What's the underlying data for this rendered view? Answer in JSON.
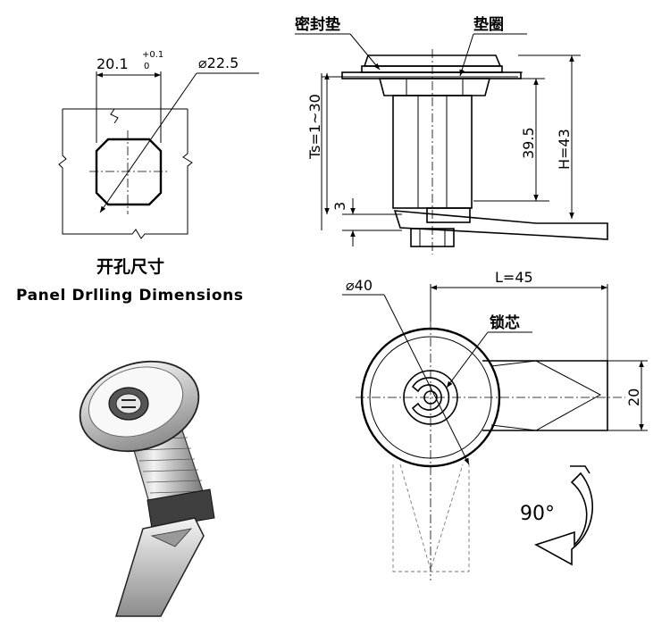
{
  "panel_drilling": {
    "width_dim": "20.1",
    "tolerance_upper": "+0.1",
    "tolerance_lower": "0",
    "diameter_dim": "⌀22.5",
    "title_cn": "开孔尺寸",
    "title_en": "Panel Drlling Dimensions"
  },
  "side_view": {
    "label_gasket": "密封垫",
    "label_washer": "垫圈",
    "dim_ts": "Ts=1~30",
    "dim_39": "39.5",
    "dim_h": "H=43",
    "dim_3": "3"
  },
  "front_view": {
    "dim_diameter": "⌀40",
    "dim_length": "L=45",
    "label_core": "锁芯",
    "dim_width": "20",
    "rotation": "90°"
  }
}
